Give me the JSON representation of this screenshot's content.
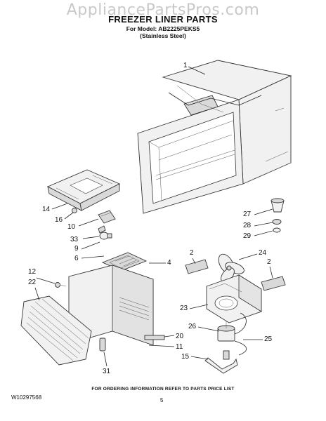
{
  "watermark": "AppliancePartsPros.com",
  "header": {
    "title": "FREEZER LINER PARTS",
    "model_line": "For Model: AB2225PEKS5",
    "finish_line": "(Stainless Steel)"
  },
  "callouts": {
    "p1": "1",
    "p2a": "2",
    "p2b": "2",
    "p4": "4",
    "p6": "6",
    "p9": "9",
    "p10": "10",
    "p11": "11",
    "p12": "12",
    "p14": "14",
    "p15": "15",
    "p16": "16",
    "p20": "20",
    "p22": "22",
    "p23": "23",
    "p24": "24",
    "p25": "25",
    "p26": "26",
    "p27": "27",
    "p28": "28",
    "p29": "29",
    "p31": "31",
    "p33": "33"
  },
  "footer": {
    "ordering_note": "FOR ORDERING INFORMATION REFER TO PARTS PRICE LIST",
    "doc_number": "W10297568",
    "page_number": "5"
  }
}
